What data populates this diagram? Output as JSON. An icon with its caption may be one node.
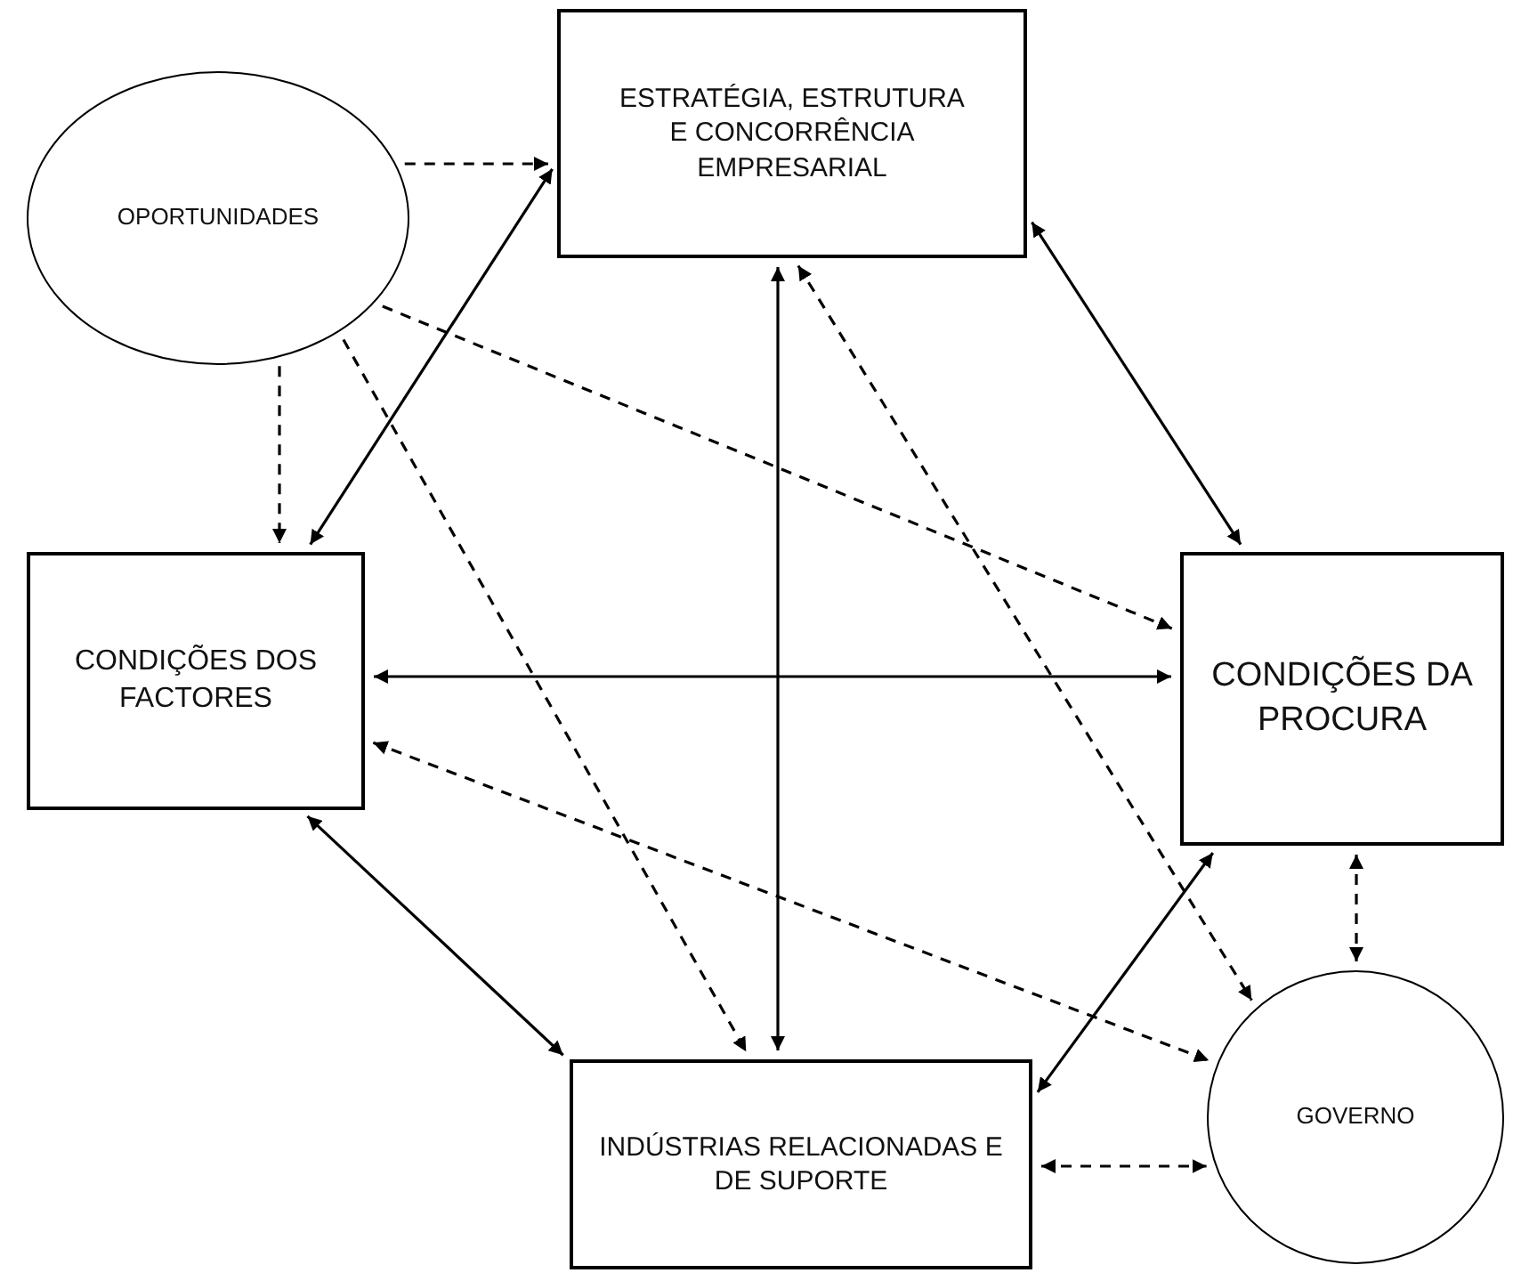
{
  "diagram": {
    "nodes": [
      {
        "text": [
          "OPORTUNIDADES"
        ]
      },
      {
        "text": [
          "ESTRATÉGIA, ESTRUTURA E CONCORRÊNCIA EMPRESARIAL"
        ]
      },
      {
        "text": [
          "CONDIÇÕES DOS FACTORES"
        ]
      },
      {
        "text": [
          "CONDIÇÕES DA PROCURA"
        ]
      },
      {
        "text": [
          "INDÚSTRIAS RELACIONADAS E DE SUPORTE"
        ]
      },
      {
        "text": [
          "GOVERNO"
        ]
      }
    ],
    "edges": [
      {
        "from": 0,
        "to": 1,
        "arrow": "to",
        "style": "dashed"
      },
      {
        "from": 0,
        "to": 2,
        "arrow": "to",
        "style": "dashed"
      },
      {
        "from": 0,
        "to": 3,
        "arrow": "to",
        "style": "dashed"
      },
      {
        "from": 0,
        "to": 4,
        "arrow": "to",
        "style": "dashed"
      },
      {
        "from": 2,
        "to": 1,
        "arrow": "both"
      },
      {
        "from": 1,
        "to": 3,
        "arrow": "both"
      },
      {
        "from": 1,
        "to": 4,
        "arrow": "both"
      },
      {
        "from": 2,
        "to": 3,
        "arrow": "both"
      },
      {
        "from": 2,
        "to": 4,
        "arrow": "both"
      },
      {
        "from": 3,
        "to": 4,
        "arrow": "both"
      },
      {
        "from": 1,
        "to": 5,
        "arrow": "both",
        "style": "dashed"
      },
      {
        "from": 2,
        "to": 5,
        "arrow": "both",
        "style": "dashed"
      },
      {
        "from": 3,
        "to": 5,
        "arrow": "both",
        "style": "dashed"
      },
      {
        "from": 4,
        "to": 5,
        "arrow": "both",
        "style": "dashed"
      }
    ]
  }
}
